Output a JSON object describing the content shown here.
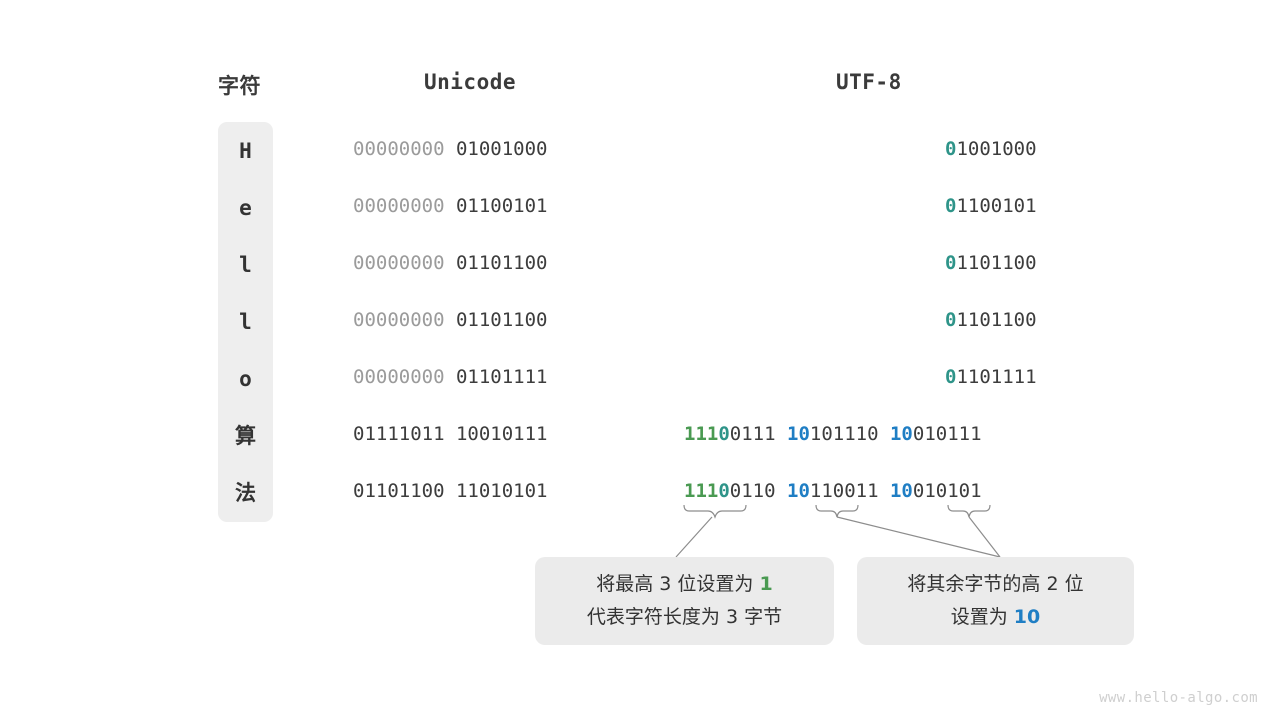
{
  "headers": {
    "character": "字符",
    "unicode": "Unicode",
    "utf8": "UTF-8"
  },
  "colors": {
    "green": "#4a9a52",
    "teal": "#2e9489",
    "blue": "#1f7ec4",
    "dim_gray": "#9b9b9b",
    "text_dark": "#3d3d3d",
    "capsule_bg": "#eeeeee",
    "callout_bg": "#ebebeb",
    "connector": "#8d8d8d",
    "watermark": "#cfcfcf"
  },
  "rows": [
    {
      "char": "H",
      "unicode_byte1": "00000000",
      "unicode_byte2": "01001000",
      "unicode_byte1_dim": true,
      "utf8_bytes": 1,
      "utf8": [
        {
          "prefix": "0",
          "prefix_color": "teal",
          "rest": "1001000"
        }
      ]
    },
    {
      "char": "e",
      "unicode_byte1": "00000000",
      "unicode_byte2": "01100101",
      "unicode_byte1_dim": true,
      "utf8_bytes": 1,
      "utf8": [
        {
          "prefix": "0",
          "prefix_color": "teal",
          "rest": "1100101"
        }
      ]
    },
    {
      "char": "l",
      "unicode_byte1": "00000000",
      "unicode_byte2": "01101100",
      "unicode_byte1_dim": true,
      "utf8_bytes": 1,
      "utf8": [
        {
          "prefix": "0",
          "prefix_color": "teal",
          "rest": "1101100"
        }
      ]
    },
    {
      "char": "l",
      "unicode_byte1": "00000000",
      "unicode_byte2": "01101100",
      "unicode_byte1_dim": true,
      "utf8_bytes": 1,
      "utf8": [
        {
          "prefix": "0",
          "prefix_color": "teal",
          "rest": "1101100"
        }
      ]
    },
    {
      "char": "o",
      "unicode_byte1": "00000000",
      "unicode_byte2": "01101111",
      "unicode_byte1_dim": true,
      "utf8_bytes": 1,
      "utf8": [
        {
          "prefix": "0",
          "prefix_color": "teal",
          "rest": "1101111"
        }
      ]
    },
    {
      "char": "算",
      "unicode_byte1": "01111011",
      "unicode_byte2": "10010111",
      "unicode_byte1_dim": false,
      "utf8_bytes": 3,
      "utf8": [
        {
          "prefix": "111",
          "prefix_color": "green",
          "prefix2": "0",
          "prefix2_color": "teal",
          "rest": "0111"
        },
        {
          "prefix": "10",
          "prefix_color": "blue",
          "rest": "101110"
        },
        {
          "prefix": "10",
          "prefix_color": "blue",
          "rest": "010111"
        }
      ]
    },
    {
      "char": "法",
      "unicode_byte1": "01101100",
      "unicode_byte2": "11010101",
      "unicode_byte1_dim": false,
      "utf8_bytes": 3,
      "utf8": [
        {
          "prefix": "111",
          "prefix_color": "green",
          "prefix2": "0",
          "prefix2_color": "teal",
          "rest": "0110"
        },
        {
          "prefix": "10",
          "prefix_color": "blue",
          "rest": "110011"
        },
        {
          "prefix": "10",
          "prefix_color": "blue",
          "rest": "010101"
        }
      ]
    }
  ],
  "callouts": {
    "left": {
      "line1_before": "将最高 3 位设置为 ",
      "line1_highlight": "1",
      "line1_highlight_color": "green",
      "line2": "代表字符长度为 3 字节"
    },
    "right": {
      "line1": "将其余字节的高 2 位",
      "line2_before": "设置为 ",
      "line2_highlight": "10",
      "line2_highlight_color": "blue"
    }
  },
  "watermark": "www.hello-algo.com"
}
